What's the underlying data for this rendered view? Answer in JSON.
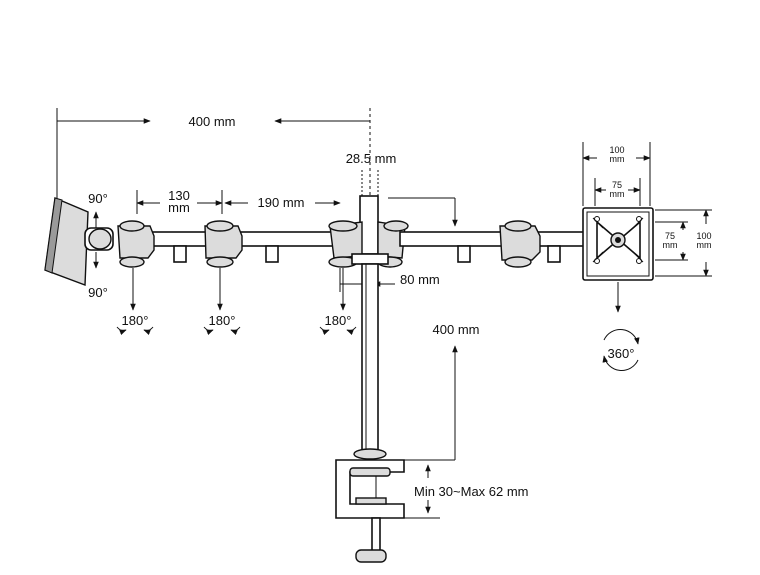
{
  "diagram": {
    "dimensions": {
      "arm_total": "400 mm",
      "pole_diameter": "28.5 mm",
      "segment_1": "130\nmm",
      "segment_2": "190 mm",
      "hub_offset": "80 mm",
      "pole_height": "400 mm",
      "clamp_range": "Min 30~Max 62 mm",
      "vesa_outer_w": "100\nmm",
      "vesa_inner_w": "75\nmm",
      "vesa_inner_h": "75\nmm",
      "vesa_outer_h": "100\nmm"
    },
    "rotations": {
      "tilt_up": "90°",
      "tilt_down": "90°",
      "swivel_1": "180°",
      "swivel_2": "180°",
      "swivel_3": "180°",
      "rotate_plate": "360°"
    }
  }
}
